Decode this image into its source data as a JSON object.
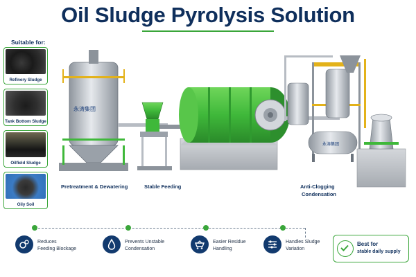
{
  "title": "Oil Sludge Pyrolysis Solution",
  "suitable": {
    "label": "Suitable for:",
    "items": [
      {
        "label": "Refinery Sludge"
      },
      {
        "label": "Tank Bottom Sludge"
      },
      {
        "label": "Oilfield Sludge"
      },
      {
        "label": "Oily Soil"
      }
    ]
  },
  "stages": {
    "pretreatment": "Pretreatment & Dewatering",
    "feeding": "Stable Feeding",
    "condensation_1": "Anti-Clogging",
    "condensation_2": "Condensation"
  },
  "brand_mark": "永涛集团",
  "features": [
    {
      "icon": "gears-icon",
      "line1": "Reduces",
      "line2": "Feeding Blockage"
    },
    {
      "icon": "water-drop-icon",
      "line1": "Prevents Unstable",
      "line2": "Condensation"
    },
    {
      "icon": "cart-icon",
      "line1": "Easier Residue",
      "line2": "Handling"
    },
    {
      "icon": "sliders-icon",
      "line1": "Handles Sludge",
      "line2": "Variation"
    }
  ],
  "best": {
    "line1": "Best for",
    "line2": "stable daily supply"
  },
  "colors": {
    "navy": "#0f2f5c",
    "green": "#3aa63a",
    "machine_green": "#3fb83a",
    "steel": "#c9ced6"
  }
}
